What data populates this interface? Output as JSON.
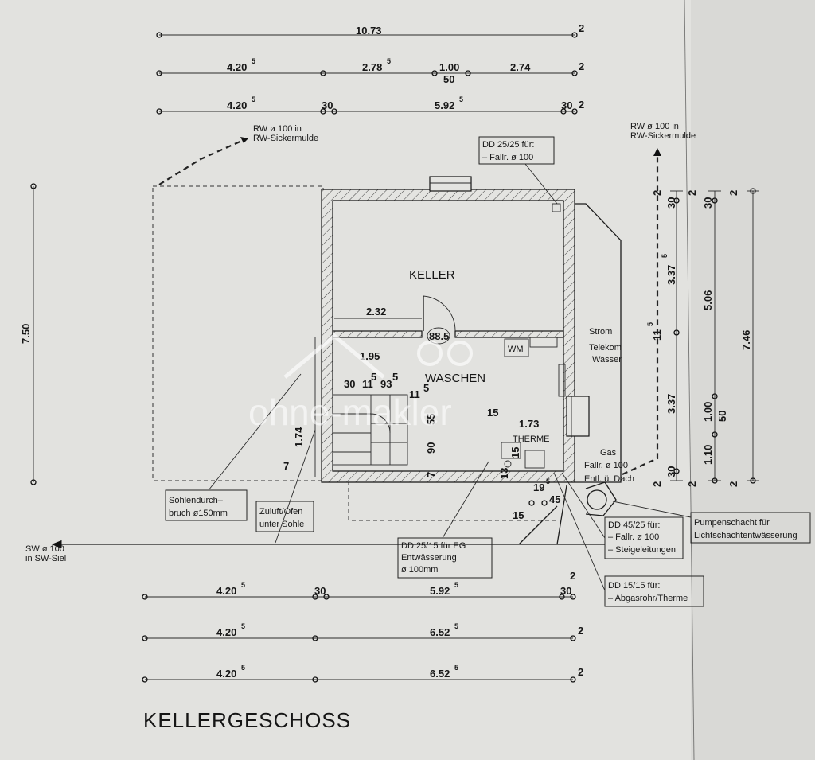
{
  "title": "KELLERGESCHOSS",
  "watermark": "ohne-makler",
  "rooms": {
    "keller": "KELLER",
    "waschen": "WASCHEN",
    "therme": "THERME",
    "wm": "WM"
  },
  "top_dims": {
    "row1": {
      "total": "10.73",
      "end": "2"
    },
    "row2": {
      "a": "4.20",
      "a_sup": "5",
      "b": "2.78",
      "b_sup": "5",
      "c": "1.00",
      "c_sub": "50",
      "d": "2.74",
      "end": "2"
    },
    "row3": {
      "a": "4.20",
      "a_sup": "5",
      "gap1": "30",
      "b": "5.92",
      "b_sup": "5",
      "gap2": "30",
      "end": "2"
    }
  },
  "bottom_dims": {
    "row1": {
      "a": "4.20",
      "a_sup": "5",
      "gap1": "30",
      "b": "5.92",
      "b_sup": "5",
      "gap2": "30",
      "end": "2"
    },
    "row2": {
      "a": "4.20",
      "a_sup": "5",
      "b": "6.52",
      "b_sup": "5",
      "end": "2"
    },
    "row3": {
      "a": "4.20",
      "a_sup": "5",
      "b": "6.52",
      "b_sup": "5",
      "end": "2"
    }
  },
  "left_dim": {
    "value": "7.50"
  },
  "right_dims": {
    "col1": {
      "top": "2",
      "a": "30",
      "b": "3.37",
      "b_sup": "5",
      "c": "11",
      "c_sup": "5",
      "d": "3.37",
      "e": "30",
      "bottom": "2"
    },
    "col2": {
      "top": "2",
      "a": "30",
      "b": "5.06",
      "c": "1.00",
      "c_sub": "50",
      "d": "1.10",
      "bottom": "2"
    },
    "col3": {
      "top": "2",
      "value": "7.46",
      "bottom": "2"
    }
  },
  "inner_dims": {
    "keller_width": "2.32",
    "door_arc": "88.5",
    "w195": "1.95",
    "n5": "5",
    "n30": "30",
    "n11a": "11",
    "n93": "93",
    "n5b": "5",
    "n11b": "11",
    "n5c": "5",
    "n174": "1.74",
    "n7a": "7",
    "n55": "55",
    "n90": "90",
    "n7b": "7",
    "n15a": "15",
    "n173": "1.73",
    "n13": "13",
    "n15b": "15",
    "n19": "19",
    "n5d": "5",
    "n45": "45",
    "n15c": "15"
  },
  "utilities": {
    "strom": "Strom",
    "telekom": "Telekom",
    "wasser": "Wasser",
    "gas": "Gas",
    "fallr": "Fallr. ø 100",
    "entl": "Entl. ü. Dach"
  },
  "annotations": {
    "rw_left_1": "RW ø 100 in",
    "rw_left_2": "RW-Sickermulde",
    "rw_right_1": "RW ø 100 in",
    "rw_right_2": "RW-Sickermulde",
    "dd2525_1": "DD 25/25 für:",
    "dd2525_2": "– Fallr. ø 100",
    "sohle_1": "Sohlendurch–",
    "sohle_2": "bruch ø150mm",
    "zuluft_1": "Zuluft/Ofen",
    "zuluft_2": "unter Sohle",
    "sw_1": "SW ø 100",
    "sw_2": "in SW-Siel",
    "dd2515_1": "DD 25/15 für EG",
    "dd2515_2": "Entwässerung",
    "dd2515_3": "ø 100mm",
    "dd4525_1": "DD 45/25 für:",
    "dd4525_2": "– Fallr. ø 100",
    "dd4525_3": "– Steigeleitungen",
    "dd1515_1": "DD 15/15 für:",
    "dd1515_2": "– Abgasrohr/Therme",
    "pumpe_1": "Pumpenschacht für",
    "pumpe_2": "Lichtschachtentwässerung",
    "bottom_2": "2"
  }
}
